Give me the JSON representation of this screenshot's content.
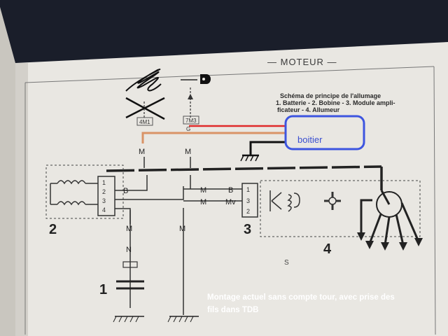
{
  "header": {
    "title": "— MOTEUR —"
  },
  "caption": {
    "lines": [
      "Schéma de principe de l'allumage",
      "1. Batterie - 2. Bobine - 3. Module ampli-",
      "ficateur - 4. Allumeur"
    ]
  },
  "components": {
    "battery": {
      "number": "1"
    },
    "coil": {
      "number": "2",
      "pins": [
        "1",
        "2",
        "3",
        "4"
      ]
    },
    "module": {
      "number": "3",
      "pins": [
        "1",
        "3",
        "2"
      ]
    },
    "distributor": {
      "number": "4"
    }
  },
  "wire_labels": {
    "m": "M",
    "n": "N",
    "b": "B",
    "mv": "Mv",
    "g": "G",
    "connector_left": "4M1",
    "connector_right": "7M3"
  },
  "annotations": {
    "box_label": "boitier",
    "s_mark": "S",
    "note_line1": "Montage actuel sans compte tour, avec prise des",
    "note_line2": "fils   dans TDB"
  },
  "colors": {
    "paper": "#e9e7e2",
    "red_wire": "#e02a2a",
    "orange_wire": "#d99366",
    "box_stroke": "#3d55e0",
    "ink": "#2a2a2a"
  }
}
